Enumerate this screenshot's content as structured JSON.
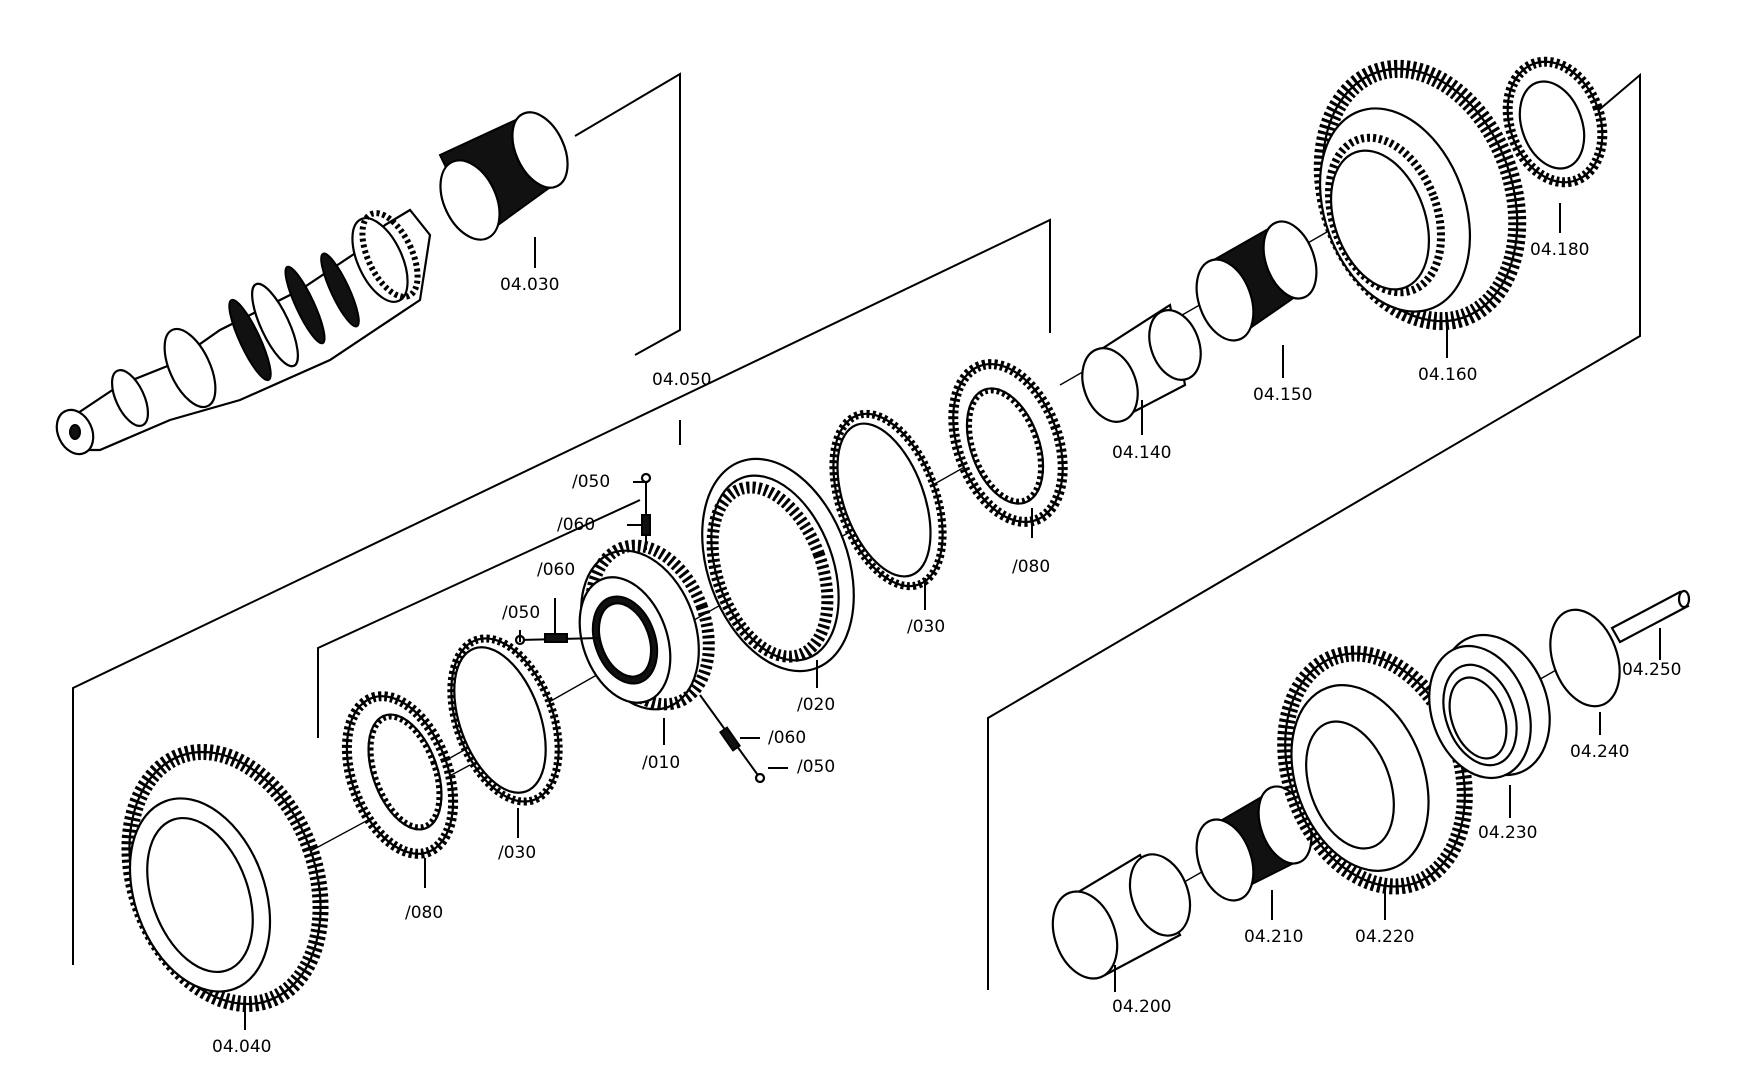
{
  "callouts": {
    "c04030": "04.030",
    "c04050": "04.050",
    "c04040": "04.040",
    "c04140": "04.140",
    "c04150": "04.150",
    "c04160": "04.160",
    "c04180": "04.180",
    "c04200": "04.200",
    "c04210": "04.210",
    "c04220": "04.220",
    "c04230": "04.230",
    "c04240": "04.240",
    "c04250": "04.250",
    "s010": "/010",
    "s020": "/020",
    "s030a": "/030",
    "s030b": "/030",
    "s050a": "/050",
    "s050b": "/050",
    "s050c": "/050",
    "s060a": "/060",
    "s060b": "/060",
    "s060c": "/060",
    "s080a": "/080",
    "s080b": "/080"
  }
}
